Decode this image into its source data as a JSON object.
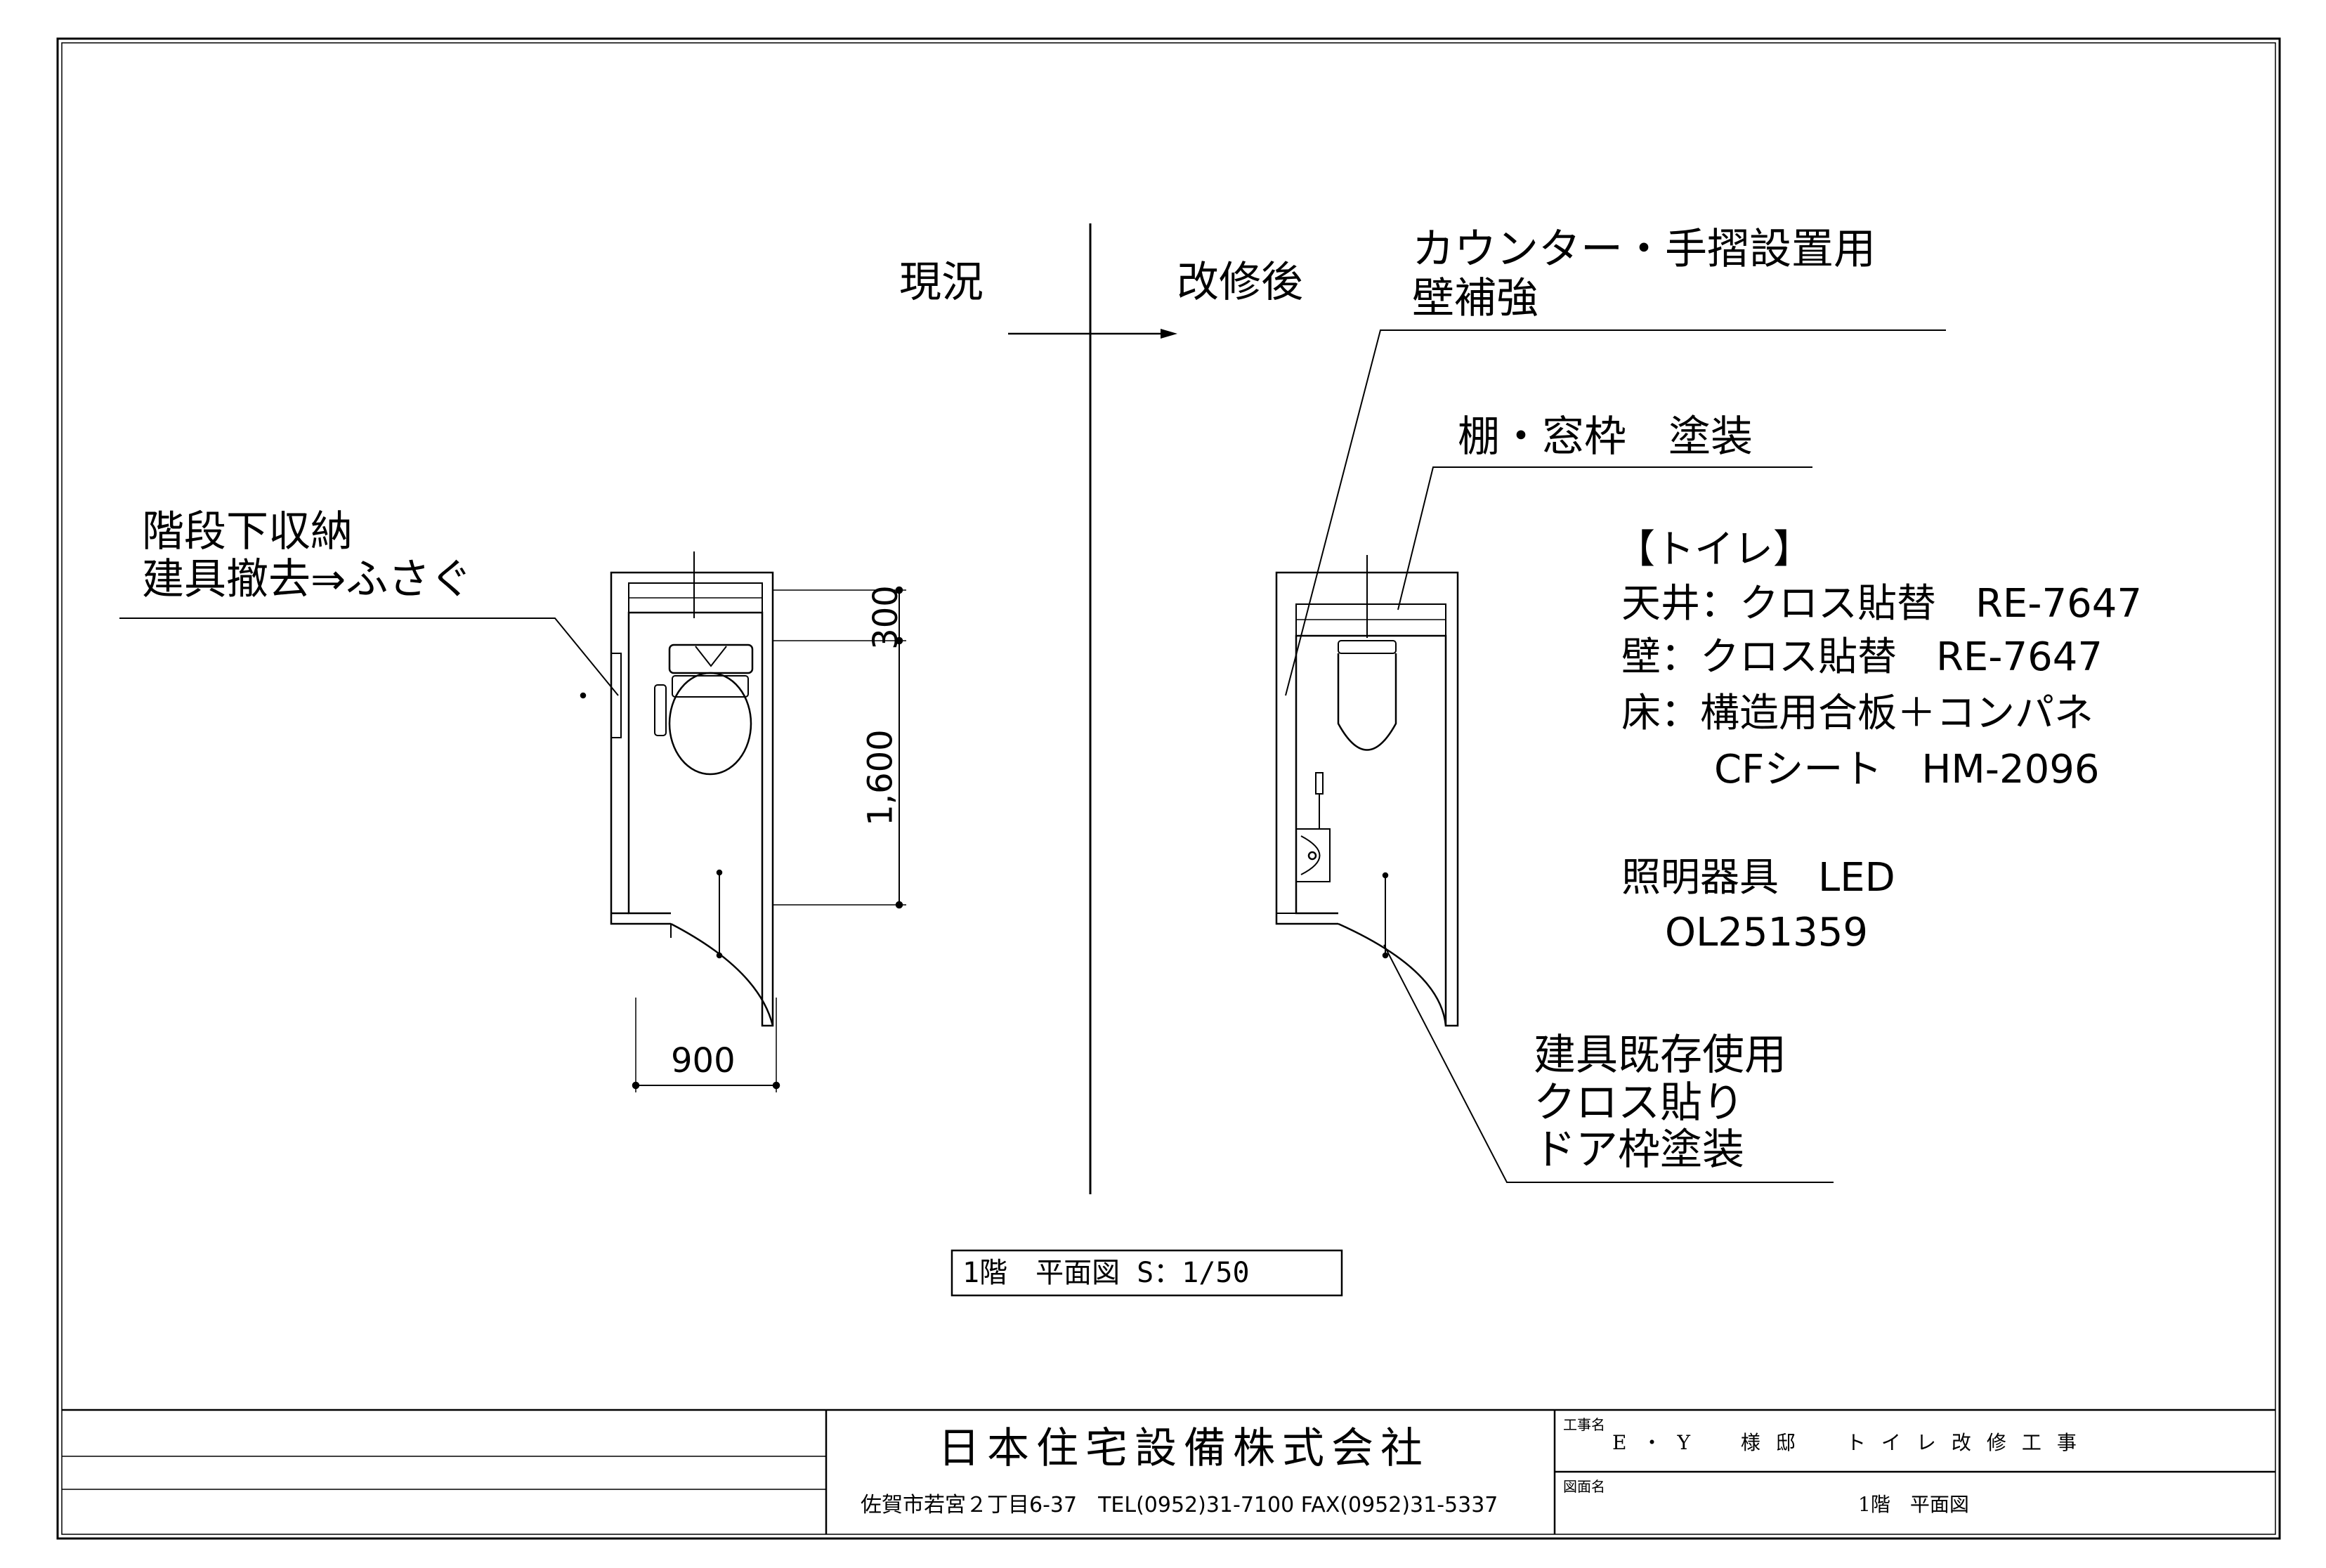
{
  "labels": {
    "existing": "現況",
    "after_renovation": "改修後",
    "stair_storage_line1": "階段下収納",
    "stair_storage_line2": "建具撤去⇒ふさぐ",
    "counter_line1": "カウンター・手摺設置用",
    "counter_line2": "壁補強",
    "shelf_paint": "棚・窓枠　塗装",
    "door_line1": "建具既存使用",
    "door_line2": "クロス貼り",
    "door_line3": "ドア枠塗装"
  },
  "spec": {
    "heading": "【トイレ】",
    "ceiling": "天井：クロス貼替　RE-7647",
    "wall": "壁：クロス貼替　RE-7647",
    "floor1": "床：構造用合板＋コンパネ",
    "floor2": "CFシート　HM-2096",
    "lighting1": "照明器具　LED",
    "lighting2": "OL251359"
  },
  "dimensions": {
    "d300": "300",
    "d1600": "1,600",
    "d900": "900"
  },
  "drawing_title": "1階　平面図 S：1/50",
  "title_block": {
    "company": "日本住宅設備株式会社",
    "address": "佐賀市若宮２丁目6-37　TEL(0952)31-7100 FAX(0952)31-5337",
    "project_label": "工事名",
    "project_name": "E・Y　様邸　トイレ改修工事",
    "drawing_label": "図面名",
    "drawing_name": "1階　平面図"
  }
}
